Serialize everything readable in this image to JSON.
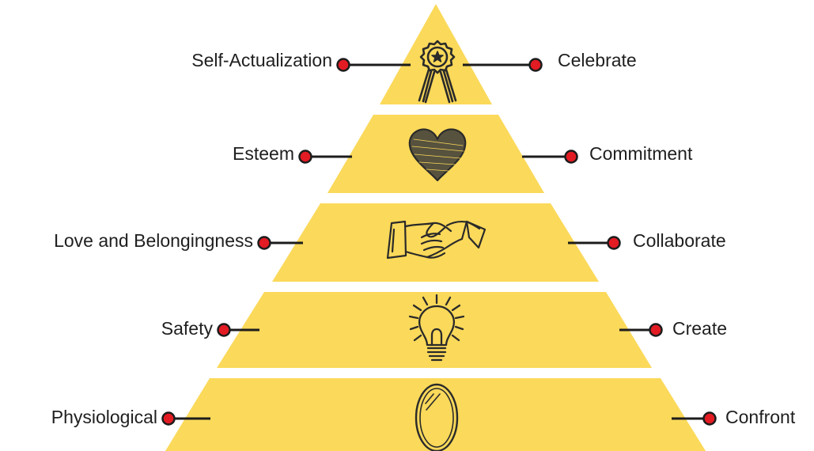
{
  "colors": {
    "tier_fill": "#fbd95a",
    "connector_line": "#1c1c1c",
    "dot_fill": "#e31b23",
    "dot_stroke": "#1c1c1c",
    "icon_stroke": "#2a2a2a",
    "label_text": "#1f1f1f"
  },
  "tiers": [
    {
      "left_label": "Self-Actualization",
      "right_label": "Celebrate",
      "icon": "award-ribbon-icon"
    },
    {
      "left_label": "Esteem",
      "right_label": "Commitment",
      "icon": "heart-icon"
    },
    {
      "left_label": "Love and Belongingness",
      "right_label": "Collaborate",
      "icon": "handshake-icon"
    },
    {
      "left_label": "Safety",
      "right_label": "Create",
      "icon": "light-bulb-icon"
    },
    {
      "left_label": "Physiological",
      "right_label": "Confront",
      "icon": "mirror-icon"
    }
  ]
}
